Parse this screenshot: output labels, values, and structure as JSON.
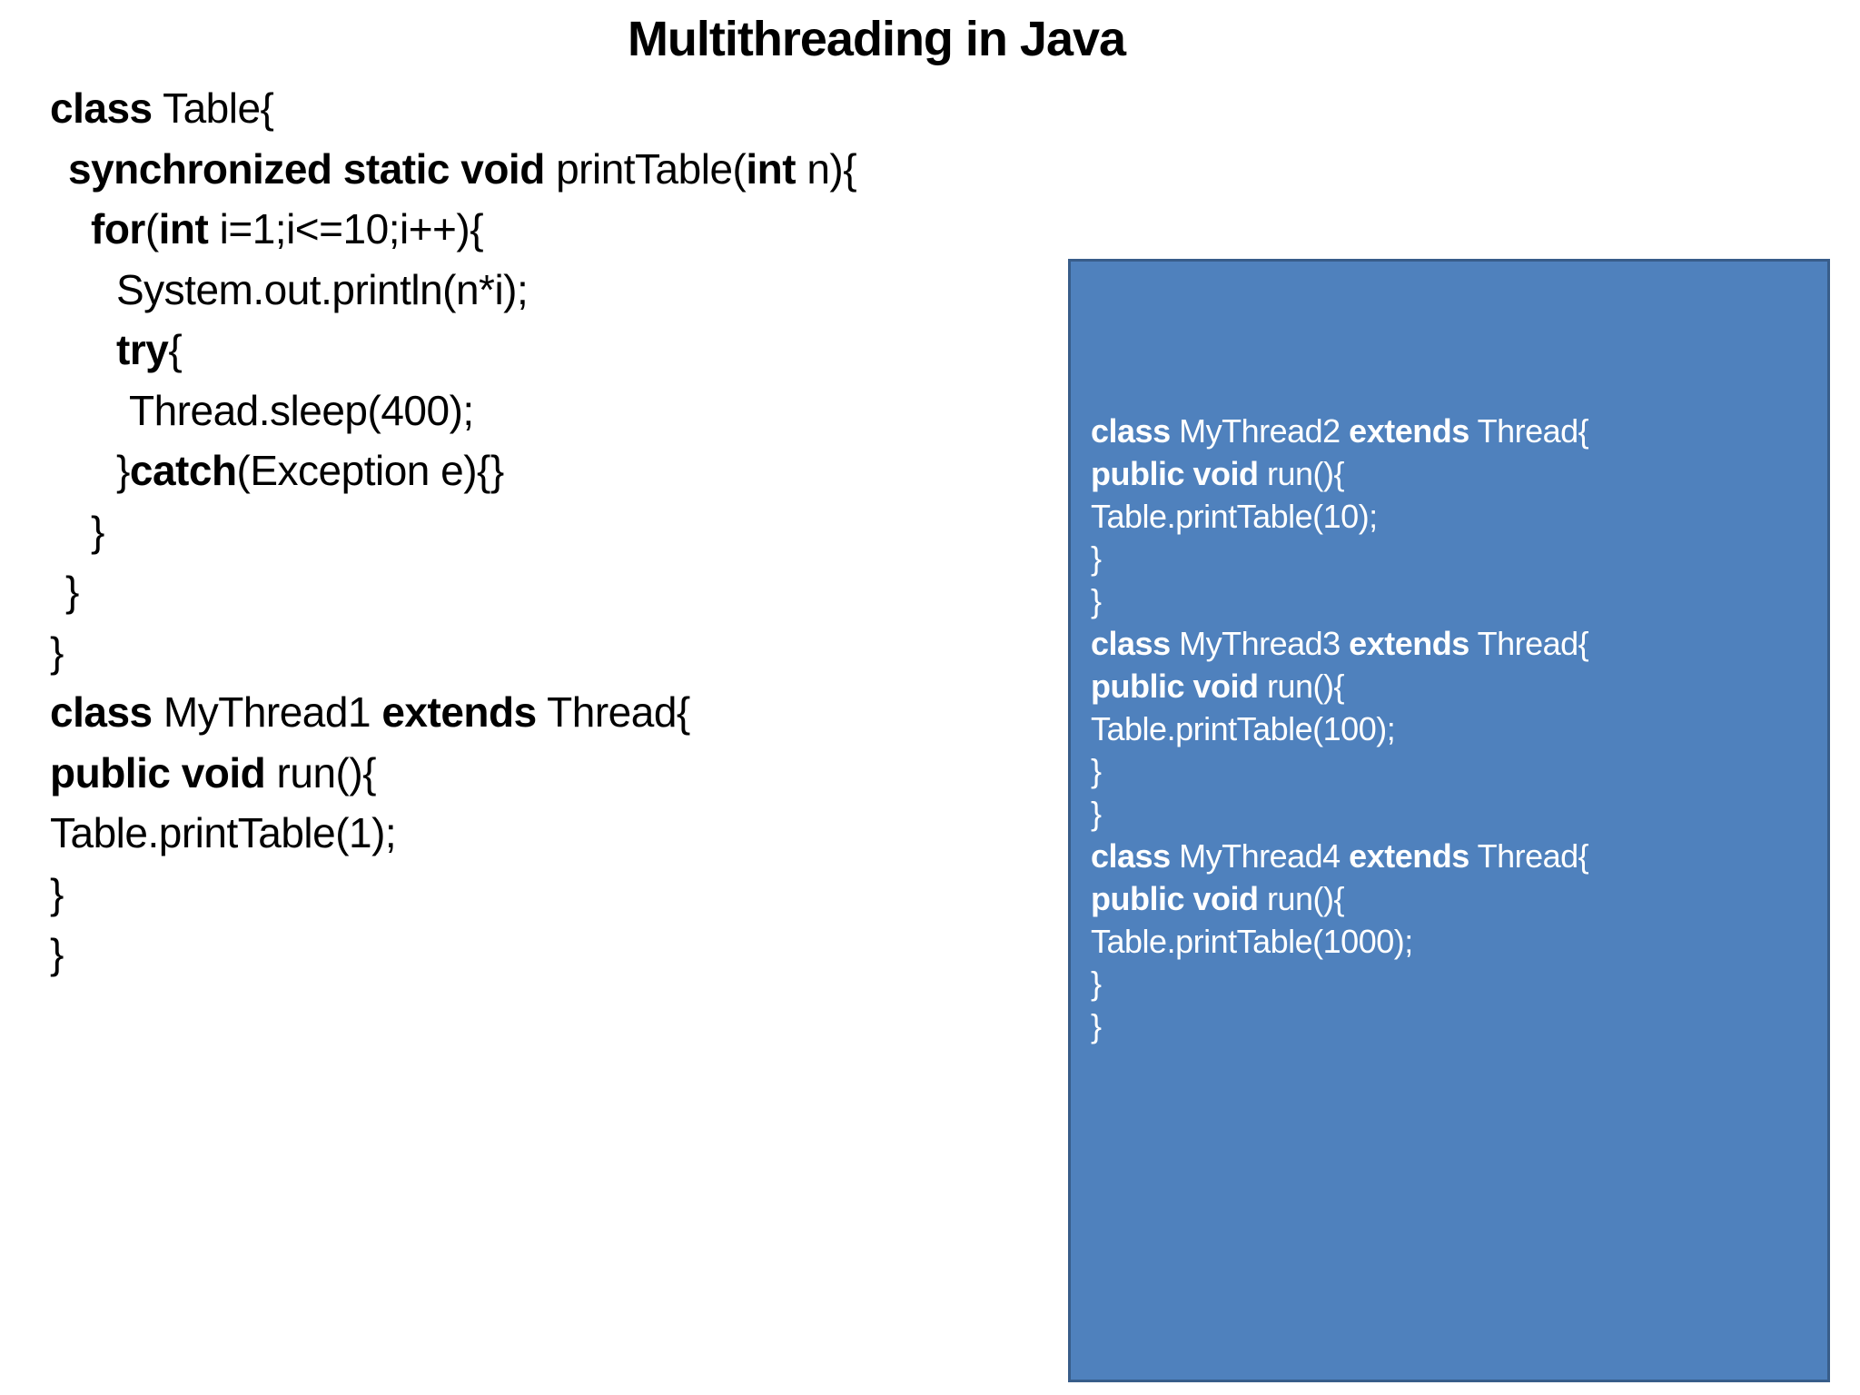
{
  "slide": {
    "title": "Multithreading in Java",
    "background": "#ffffff",
    "text_color": "#000000"
  },
  "blue_box": {
    "fill": "#4F81BD",
    "border": "#385D8A",
    "text_color": "#ffffff"
  },
  "left_code": {
    "lines": [
      {
        "indent": 0,
        "segments": [
          {
            "text": "class",
            "bold": true
          },
          {
            "text": " Table{",
            "bold": false
          }
        ]
      },
      {
        "indent": 20,
        "segments": [
          {
            "text": "synchronized static void",
            "bold": true
          },
          {
            "text": " printTable(",
            "bold": false
          },
          {
            "text": "int",
            "bold": true
          },
          {
            "text": " n){",
            "bold": false
          }
        ]
      },
      {
        "indent": 45,
        "segments": [
          {
            "text": "for",
            "bold": true
          },
          {
            "text": "(",
            "bold": false
          },
          {
            "text": "int",
            "bold": true
          },
          {
            "text": " i=1;i<=10;i++){",
            "bold": false
          }
        ]
      },
      {
        "indent": 73,
        "segments": [
          {
            "text": "System.out.println(n*i);",
            "bold": false
          }
        ]
      },
      {
        "indent": 73,
        "segments": [
          {
            "text": "try",
            "bold": true
          },
          {
            "text": "{",
            "bold": false
          }
        ]
      },
      {
        "indent": 87,
        "segments": [
          {
            "text": "Thread.sleep(400);",
            "bold": false
          }
        ]
      },
      {
        "indent": 73,
        "segments": [
          {
            "text": "}",
            "bold": false
          },
          {
            "text": "catch",
            "bold": true
          },
          {
            "text": "(Exception e){}",
            "bold": false
          }
        ]
      },
      {
        "indent": 45,
        "segments": [
          {
            "text": "}",
            "bold": false
          }
        ]
      },
      {
        "indent": 17,
        "segments": [
          {
            "text": "}",
            "bold": false
          }
        ]
      },
      {
        "indent": 0,
        "segments": [
          {
            "text": "}",
            "bold": false
          }
        ]
      },
      {
        "indent": 0,
        "segments": [
          {
            "text": "class",
            "bold": true
          },
          {
            "text": " MyThread1 ",
            "bold": false
          },
          {
            "text": "extends",
            "bold": true
          },
          {
            "text": " Thread{",
            "bold": false
          }
        ]
      },
      {
        "indent": 0,
        "segments": [
          {
            "text": "public void",
            "bold": true
          },
          {
            "text": " run(){",
            "bold": false
          }
        ]
      },
      {
        "indent": 0,
        "segments": [
          {
            "text": "Table.printTable(1);",
            "bold": false
          }
        ]
      },
      {
        "indent": 0,
        "segments": [
          {
            "text": "}",
            "bold": false
          }
        ]
      },
      {
        "indent": 0,
        "segments": [
          {
            "text": "}",
            "bold": false
          }
        ]
      }
    ]
  },
  "box_code": {
    "lines": [
      {
        "indent": 0,
        "segments": [
          {
            "text": "class",
            "bold": true
          },
          {
            "text": " MyThread2 ",
            "bold": false
          },
          {
            "text": "extends",
            "bold": true
          },
          {
            "text": " Thread{",
            "bold": false
          }
        ]
      },
      {
        "indent": 0,
        "segments": [
          {
            "text": "public void",
            "bold": true
          },
          {
            "text": " run(){",
            "bold": false
          }
        ]
      },
      {
        "indent": 0,
        "segments": [
          {
            "text": "Table.printTable(10);",
            "bold": false
          }
        ]
      },
      {
        "indent": 0,
        "segments": [
          {
            "text": "}",
            "bold": false
          }
        ]
      },
      {
        "indent": 0,
        "segments": [
          {
            "text": "}",
            "bold": false
          }
        ]
      },
      {
        "indent": 0,
        "segments": [
          {
            "text": "class",
            "bold": true
          },
          {
            "text": " MyThread3 ",
            "bold": false
          },
          {
            "text": "extends",
            "bold": true
          },
          {
            "text": " Thread{",
            "bold": false
          }
        ]
      },
      {
        "indent": 0,
        "segments": [
          {
            "text": "public void",
            "bold": true
          },
          {
            "text": " run(){",
            "bold": false
          }
        ]
      },
      {
        "indent": 0,
        "segments": [
          {
            "text": "Table.printTable(100);",
            "bold": false
          }
        ]
      },
      {
        "indent": 0,
        "segments": [
          {
            "text": "}",
            "bold": false
          }
        ]
      },
      {
        "indent": 0,
        "segments": [
          {
            "text": "}",
            "bold": false
          }
        ]
      },
      {
        "indent": 0,
        "segments": [
          {
            "text": "class",
            "bold": true
          },
          {
            "text": " MyThread4 ",
            "bold": false
          },
          {
            "text": "extends",
            "bold": true
          },
          {
            "text": " Thread{",
            "bold": false
          }
        ]
      },
      {
        "indent": 0,
        "segments": [
          {
            "text": "public void",
            "bold": true
          },
          {
            "text": " run(){",
            "bold": false
          }
        ]
      },
      {
        "indent": 0,
        "segments": [
          {
            "text": "Table.printTable(1000);",
            "bold": false
          }
        ]
      },
      {
        "indent": 0,
        "segments": [
          {
            "text": "}",
            "bold": false
          }
        ]
      },
      {
        "indent": 0,
        "segments": [
          {
            "text": "}",
            "bold": false
          }
        ]
      }
    ]
  }
}
